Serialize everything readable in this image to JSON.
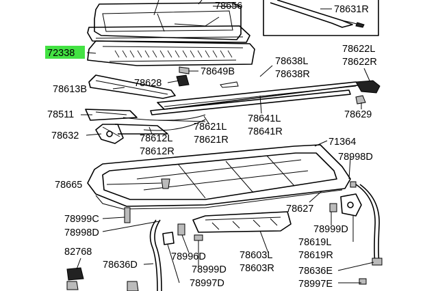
{
  "highlight_color": "#22dd22",
  "labels": {
    "p78656": "78656",
    "p78631R": "78631R",
    "p72338": "72338",
    "p78622L": "78622L",
    "p78622R": "78622R",
    "p78638L": "78638L",
    "p78638R": "78638R",
    "p78649B": "78649B",
    "p78628": "78628",
    "p78613B": "78613B",
    "p78629": "78629",
    "p78511": "78511",
    "p78641L": "78641L",
    "p78641R": "78641R",
    "p78621L": "78621L",
    "p78621R": "78621R",
    "p78632": "78632",
    "p78612L": "78612L",
    "p78612R": "78612R",
    "p71364": "71364",
    "p78998D_r": "78998D",
    "p78665": "78665",
    "p78627": "78627",
    "p78999C": "78999C",
    "p78999D_r": "78999D",
    "p78998D_l": "78998D",
    "p78619L": "78619L",
    "p78619R": "78619R",
    "p82768": "82768",
    "p78603L": "78603L",
    "p78603R": "78603R",
    "p78996D": "78996D",
    "p78636D": "78636D",
    "p78999D_b": "78999D",
    "p78636E": "78636E",
    "p78997D": "78997D",
    "p78997E": "78997E"
  }
}
